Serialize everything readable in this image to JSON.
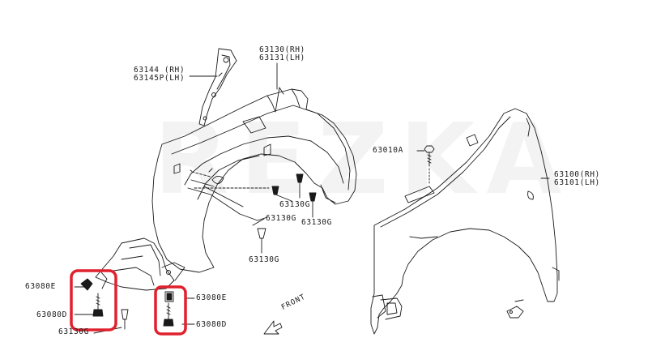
{
  "watermark": "REZKA",
  "labels": {
    "p63144": "63144 (RH)",
    "p63145p": "63145P(LH)",
    "p63130": "63130(RH)",
    "p63131": "63131(LH)",
    "p63010a": "63010A",
    "p63100": "63100(RH)",
    "p63101": "63101(LH)",
    "g1": "63130G",
    "g2": "63130G",
    "g3": "63130G",
    "g4": "63130G",
    "g5": "63130G",
    "e1": "63080E",
    "d1": "63080D",
    "e2": "63080E",
    "d2": "63080D"
  },
  "front_arrow": "FRONT",
  "highlight_color": "#e0212e",
  "line_color": "#1a1a1a"
}
